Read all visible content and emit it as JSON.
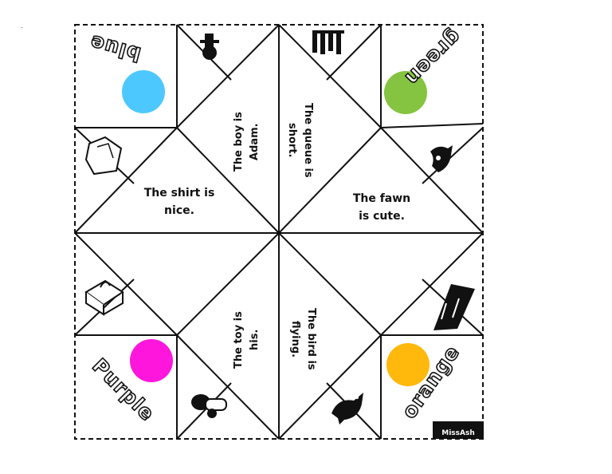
{
  "sentences": {
    "top_left": "The boy is Adam.",
    "top_right": "The queue is short.",
    "left": "The shirt is nice.",
    "right": "The fawn is cute.",
    "bottom_left": "The toy is his.",
    "bottom_right": "The bird is flying."
  },
  "colors": {
    "top_left": {
      "word": "blue",
      "hex": "#4dc8ff"
    },
    "top_right": {
      "word": "green",
      "hex": "#84c440"
    },
    "bottom_left": {
      "word": "Purple",
      "hex": "#ff16dc"
    },
    "bottom_right": {
      "word": "orange",
      "hex": "#ffb90d"
    }
  },
  "icons": [
    "boy-icon",
    "queue-icon",
    "shirt-icon",
    "fawn-icon",
    "toy-icon",
    "bird-icon",
    "tissue-box-icon",
    "toy-blocks-icon"
  ],
  "credit": "MissAsh"
}
